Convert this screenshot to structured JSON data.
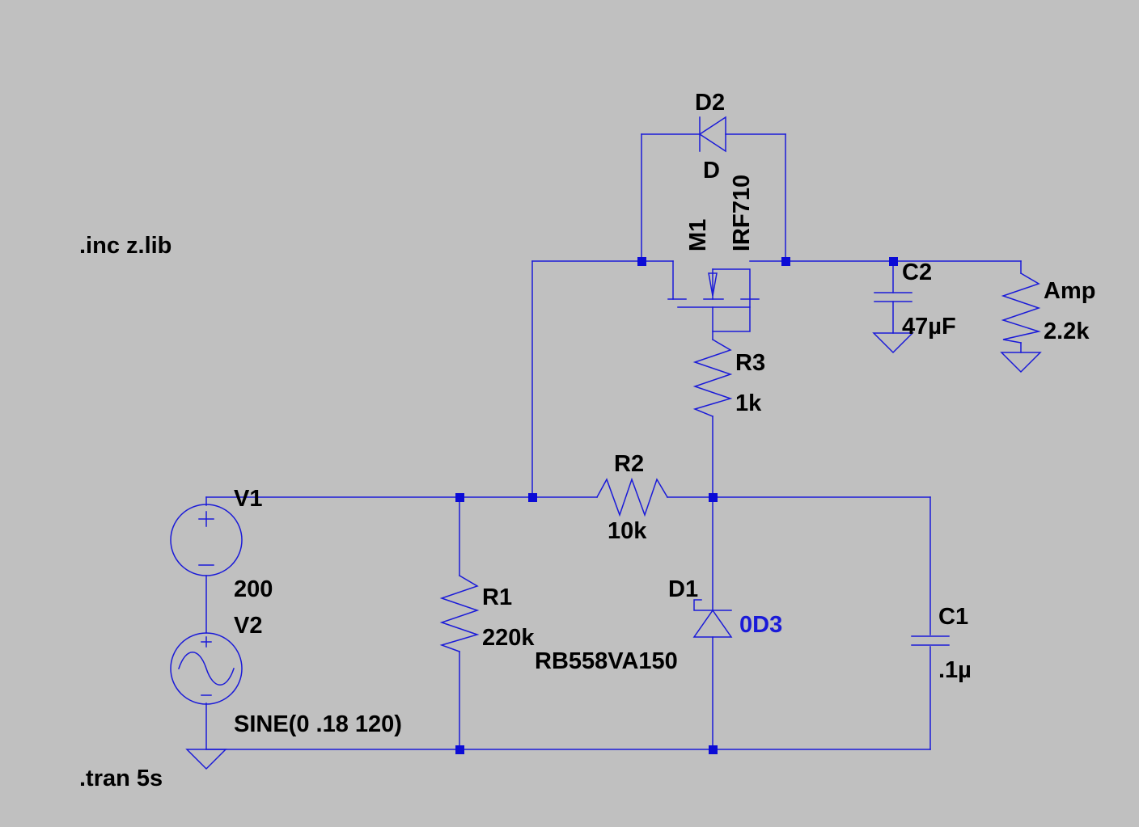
{
  "directives": {
    "include": ".inc z.lib",
    "tran": ".tran 5s"
  },
  "components": {
    "V1": {
      "name": "V1",
      "value": "200"
    },
    "V2": {
      "name": "V2",
      "value": "SINE(0 .18 120)"
    },
    "R1": {
      "name": "R1",
      "value": "220k"
    },
    "R2": {
      "name": "R2",
      "value": "10k"
    },
    "R3": {
      "name": "R3",
      "value": "1k"
    },
    "D1": {
      "name": "D1",
      "value": "RB558VA150",
      "net_label": "0D3"
    },
    "D2": {
      "name": "D2",
      "value": "D"
    },
    "M1": {
      "name": "M1",
      "value": "IRF710"
    },
    "C1": {
      "name": "C1",
      "value": ".1µ"
    },
    "C2": {
      "name": "C2",
      "value": "47µF"
    },
    "Amp": {
      "name": "Amp",
      "value": "2.2k"
    }
  },
  "colors": {
    "background": "#c0c0c0",
    "wire": "#1a1ad8",
    "junction": "#0b0bd6",
    "text": "#000000",
    "net_label": "#1a1ad8"
  }
}
